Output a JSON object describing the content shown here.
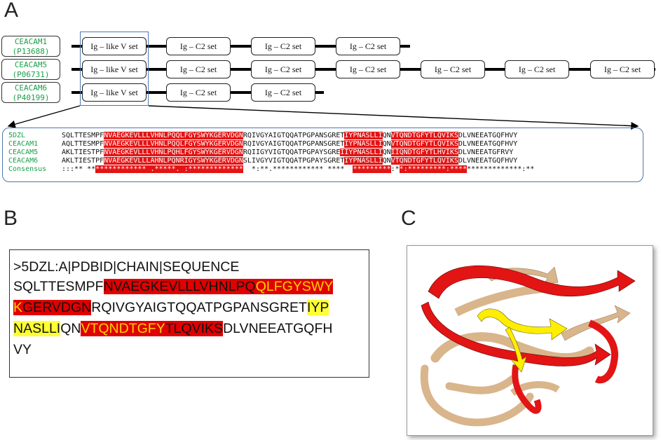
{
  "panels": {
    "a": "A",
    "b": "B",
    "c": "C"
  },
  "colors": {
    "label_green": "#1aa04a",
    "highlight_red": "#e31414",
    "highlight_yellow": "#ffff33",
    "ribbon_tan": "#d9b58c",
    "frame_blue": "#4a78b0"
  },
  "proteins": [
    {
      "name": "CEACAM1",
      "accession": "(P13688)",
      "domains": [
        "Ig – like V set",
        "Ig – C2 set",
        "Ig – C2 set",
        "Ig – C2 set"
      ]
    },
    {
      "name": "CEACAM5",
      "accession": "(P06731)",
      "domains": [
        "Ig – like V set",
        "Ig – C2 set",
        "Ig – C2 set",
        "Ig – C2 set",
        "Ig – C2 set",
        "Ig – C2 set",
        "Ig – C2 set"
      ]
    },
    {
      "name": "CEACAM6",
      "accession": "(P40199)",
      "domains": [
        "Ig – like V set",
        "Ig – C2 set",
        "Ig – C2 set"
      ]
    }
  ],
  "alignment": {
    "rows": [
      {
        "name": "5DZL",
        "segments": [
          "SQLTTESMPF",
          "NVAEGKEVLLLVHNLPQQLFGYSWYKGERVDGN",
          "RQIVGYAIGTQQATPGPANSGRET",
          "IYPNASLLI",
          "QN",
          "VTQNDTGFYTLQVIKS",
          "DLVNEEATGQFHVY"
        ]
      },
      {
        "name": "CEACAM1",
        "segments": [
          "AQLTTESMPF",
          "NVAEGKEVLLLVHNLPQQLFGYSWYKGERVDGN",
          "RQIVGYAIGTQQATPGPANSGRET",
          "IYPNASLLI",
          "QN",
          "VTQNDTGFYTLQVIKS",
          "DLVNEEATGQFHVY"
        ]
      },
      {
        "name": "CEACAM5",
        "segments": [
          "AKLTIESTPF",
          "NVAEGKEVLLLVHNLPQHLFGYSWYKGERVDGN",
          "RQIIGYVIGTQQATPGPAYSGRE",
          "IIYPNASLLI",
          "QN",
          "IIQNDTGFYTLHVIKS",
          "DLVNEEATGFRVY"
        ]
      },
      {
        "name": "CEACAM6",
        "segments": [
          "AKLTIESTPF",
          "NVAEGKEVLLLAHNLPQNRIGYSWYKGERVDGN",
          "SLIVGYVIGTQQATPGPAYSGRET",
          "IYPNASLLI",
          "QN",
          "VTQNDTGFYTLQVIKS",
          "DLVNEEATGQFHVY"
        ]
      }
    ],
    "consensus": {
      "name": "Consensus",
      "segments": [
        ":::** **",
        "************ .*****. :*************",
        "  *:**.************ ****  ",
        "*********",
        ":*",
        "*:*********:****",
        "*************:**"
      ]
    }
  },
  "sequence_panel": {
    "header": ">5DZL:A|PDBID|CHAIN|SEQUENCE",
    "lines": [
      [
        {
          "t": "SQLTTESMPF",
          "c": ""
        },
        {
          "t": "NVAEGKEVLLLVHNLPQ",
          "c": "r"
        },
        {
          "t": "QLFGYSWY",
          "c": "ry"
        }
      ],
      [
        {
          "t": "K",
          "c": "ry"
        },
        {
          "t": "GERVDGN",
          "c": "r"
        },
        {
          "t": "RQIVGYAIGTQQATPGPANSGRET",
          "c": ""
        },
        {
          "t": "IYP",
          "c": "y"
        }
      ],
      [
        {
          "t": "NASLLI",
          "c": "y"
        },
        {
          "t": "QN",
          "c": ""
        },
        {
          "t": "VTQNDTGFY",
          "c": "ry"
        },
        {
          "t": "TLQVIKS",
          "c": "r"
        },
        {
          "t": "DLVNEEATGQFH",
          "c": ""
        }
      ],
      [
        {
          "t": "VY",
          "c": ""
        }
      ]
    ]
  }
}
